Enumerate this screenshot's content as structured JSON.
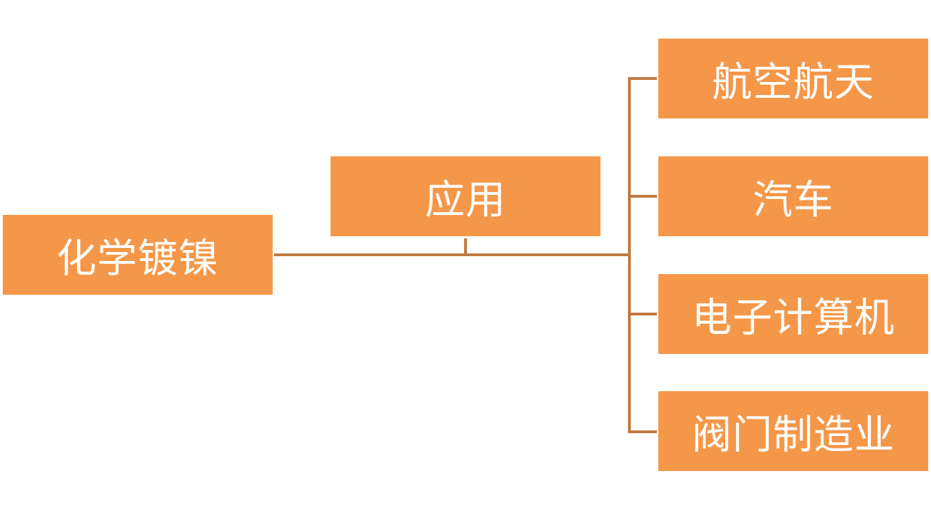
{
  "diagram": {
    "root": {
      "label": "化学镀镍"
    },
    "branch": {
      "label": "应用"
    },
    "children": [
      {
        "label": "航空航天"
      },
      {
        "label": "汽车"
      },
      {
        "label": "电子计算机"
      },
      {
        "label": "阀门制造业"
      }
    ],
    "colors": {
      "box_fill": "#f59748",
      "box_text": "#ffffff",
      "connector": "#c0793f"
    }
  }
}
